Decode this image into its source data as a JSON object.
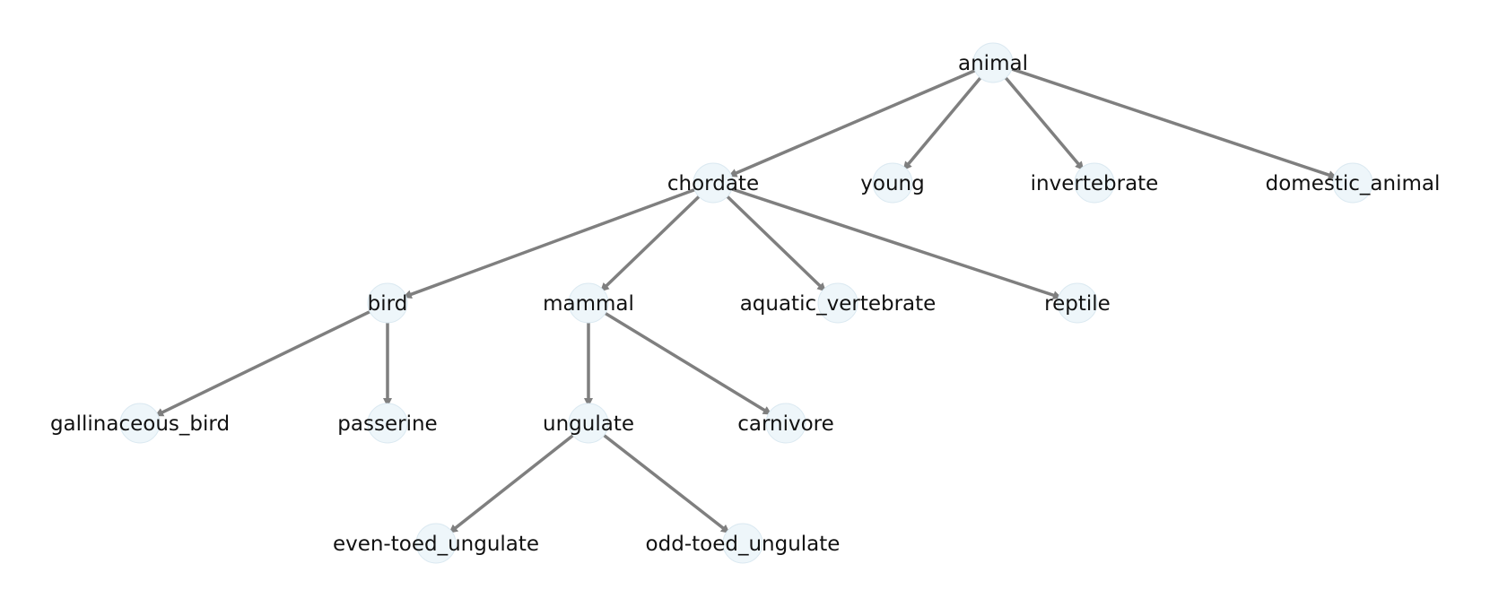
{
  "diagram": {
    "type": "tree",
    "nodes": [
      {
        "id": "animal",
        "label": "animal"
      },
      {
        "id": "chordate",
        "label": "chordate"
      },
      {
        "id": "young",
        "label": "young"
      },
      {
        "id": "invertebrate",
        "label": "invertebrate"
      },
      {
        "id": "domestic_animal",
        "label": "domestic_animal"
      },
      {
        "id": "bird",
        "label": "bird"
      },
      {
        "id": "mammal",
        "label": "mammal"
      },
      {
        "id": "aquatic_vertebrate",
        "label": "aquatic_vertebrate"
      },
      {
        "id": "reptile",
        "label": "reptile"
      },
      {
        "id": "gallinaceous_bird",
        "label": "gallinaceous_bird"
      },
      {
        "id": "passerine",
        "label": "passerine"
      },
      {
        "id": "ungulate",
        "label": "ungulate"
      },
      {
        "id": "carnivore",
        "label": "carnivore"
      },
      {
        "id": "even-toed_ungulate",
        "label": "even-toed_ungulate"
      },
      {
        "id": "odd-toed_ungulate",
        "label": "odd-toed_ungulate"
      }
    ],
    "edges": [
      {
        "from": "animal",
        "to": "chordate"
      },
      {
        "from": "animal",
        "to": "young"
      },
      {
        "from": "animal",
        "to": "invertebrate"
      },
      {
        "from": "animal",
        "to": "domestic_animal"
      },
      {
        "from": "chordate",
        "to": "bird"
      },
      {
        "from": "chordate",
        "to": "mammal"
      },
      {
        "from": "chordate",
        "to": "aquatic_vertebrate"
      },
      {
        "from": "chordate",
        "to": "reptile"
      },
      {
        "from": "bird",
        "to": "gallinaceous_bird"
      },
      {
        "from": "bird",
        "to": "passerine"
      },
      {
        "from": "mammal",
        "to": "ungulate"
      },
      {
        "from": "mammal",
        "to": "carnivore"
      },
      {
        "from": "ungulate",
        "to": "even-toed_ungulate"
      },
      {
        "from": "ungulate",
        "to": "odd-toed_ungulate"
      }
    ],
    "colors": {
      "edge": "#7f7f7f",
      "node_fill": "#eef6fa",
      "label": "#111111"
    }
  }
}
